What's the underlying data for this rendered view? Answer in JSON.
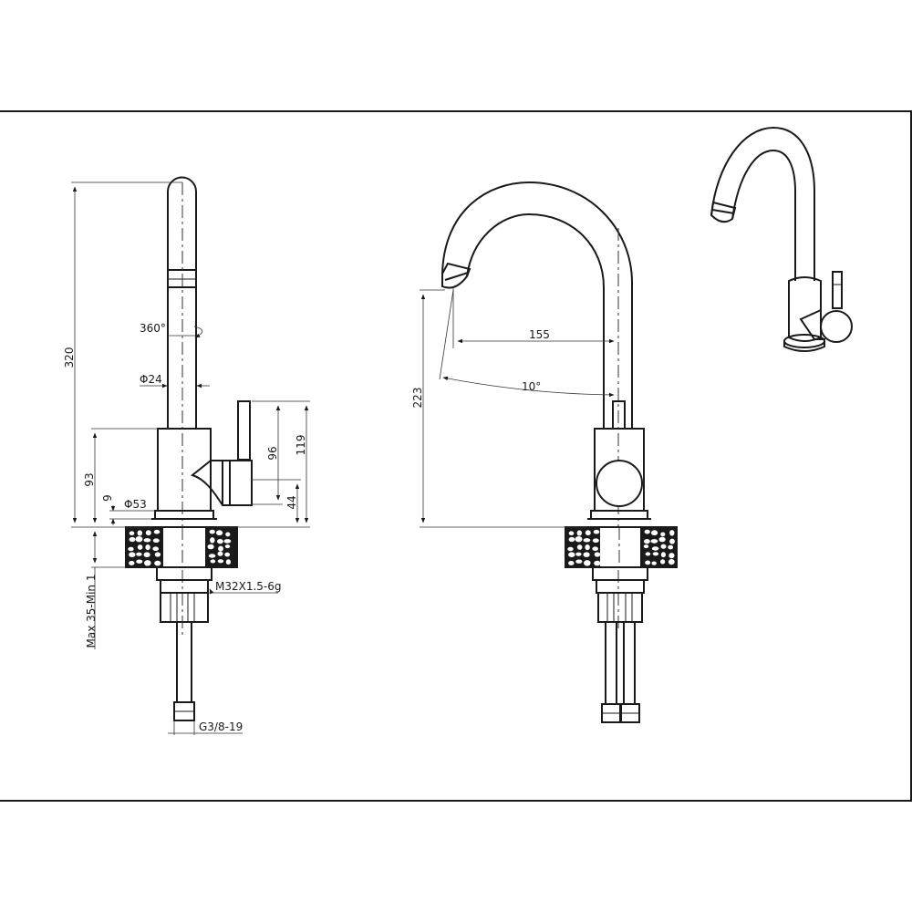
{
  "labels": {
    "height_total": "320",
    "rotation": "360°",
    "spout_dia": "Φ24",
    "lever_height": "96",
    "handle_height": "119",
    "body_height": "93",
    "base_ring": "9",
    "body_dia": "Φ53",
    "lever_base": "44",
    "deck_thickness": "Max 35-Min 1",
    "thread_main": "M32X1.5-6g",
    "thread_hose": "G3/8-19",
    "spout_reach": "155",
    "spout_angle": "10°",
    "spout_height": "223"
  }
}
